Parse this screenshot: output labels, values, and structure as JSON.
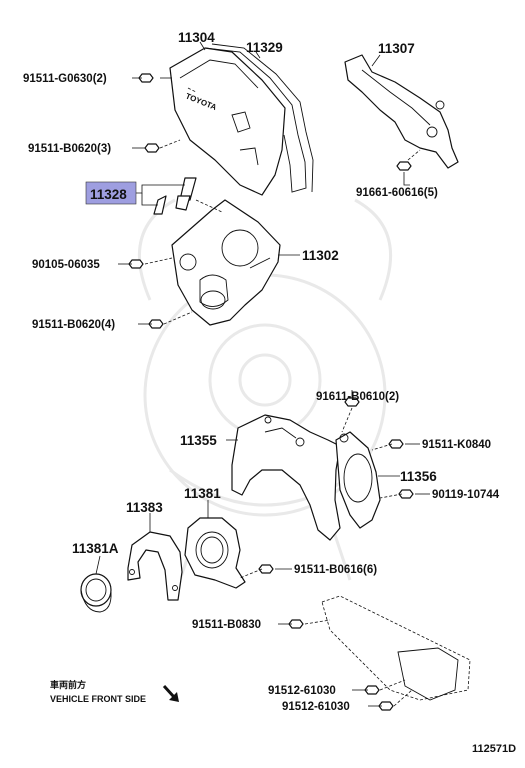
{
  "parts": [
    {
      "id": "11304",
      "label": "11304"
    },
    {
      "id": "11329",
      "label": "11329"
    },
    {
      "id": "11307",
      "label": "11307"
    },
    {
      "id": "11328",
      "label": "11328",
      "highlighted": true
    },
    {
      "id": "11302",
      "label": "11302"
    },
    {
      "id": "11355",
      "label": "11355"
    },
    {
      "id": "11356",
      "label": "11356"
    },
    {
      "id": "11383",
      "label": "11383"
    },
    {
      "id": "11381",
      "label": "11381"
    },
    {
      "id": "11381a",
      "label": "11381A"
    }
  ],
  "fasteners": [
    {
      "id": "b1",
      "label": "91511-G0630(2)"
    },
    {
      "id": "b2",
      "label": "91511-B0620(3)"
    },
    {
      "id": "b3",
      "label": "91661-60616(5)"
    },
    {
      "id": "b4",
      "label": "90105-06035"
    },
    {
      "id": "b5",
      "label": "91511-B0620(4)"
    },
    {
      "id": "b6",
      "label": "91611-B0610(2)"
    },
    {
      "id": "b7",
      "label": "91511-K0840"
    },
    {
      "id": "b8",
      "label": "90119-10744"
    },
    {
      "id": "b9",
      "label": "91511-B0616(6)"
    },
    {
      "id": "b10",
      "label": "91511-B0830"
    },
    {
      "id": "b11",
      "label": "91512-61030"
    },
    {
      "id": "b12",
      "label": "91512-61030"
    }
  ],
  "direction_note": {
    "jp": "車両前方",
    "en": "VEHICLE FRONT SIDE"
  },
  "diagram_id": "112571D",
  "highlight_color": "#9e9ee0"
}
